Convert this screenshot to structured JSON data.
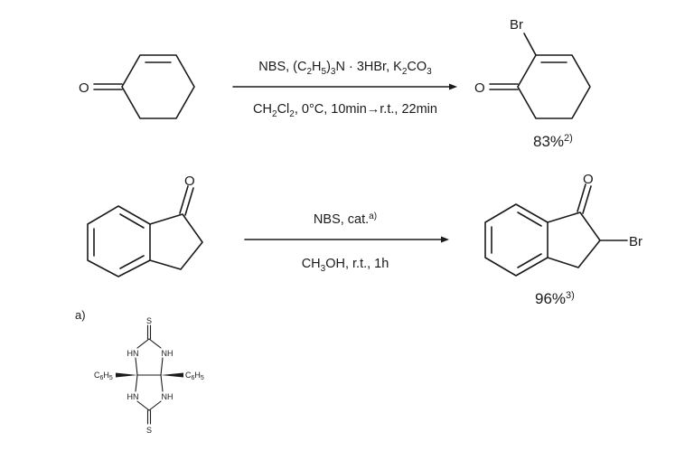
{
  "reaction1": {
    "reactant": {
      "name": "2-cyclohexen-1-one",
      "atoms": {
        "oxygen": "O"
      }
    },
    "conditions_above": {
      "prefix": "NBS, (C",
      "sub1": "2",
      "mid1": "H",
      "sub2": "5",
      "mid2": ")",
      "sub3": "3",
      "mid3": "N · 3HBr, K",
      "sub4": "2",
      "mid4": "CO",
      "sub5": "3"
    },
    "conditions_below": {
      "prefix": "CH",
      "sub1": "2",
      "mid1": "Cl",
      "sub2": "2",
      "rest": ", 0°C, 10min→r.t., 22min"
    },
    "product": {
      "name": "2-bromo-2-cyclohexen-1-one",
      "atoms": {
        "oxygen": "O",
        "bromine": "Br"
      }
    },
    "yield": {
      "value": "83%",
      "ref": "2)"
    }
  },
  "reaction2": {
    "reactant": {
      "name": "1-indanone",
      "atoms": {
        "oxygen": "O"
      }
    },
    "conditions_above": {
      "text": "NBS, cat.",
      "ref": "a)"
    },
    "conditions_below": {
      "prefix": "CH",
      "sub1": "3",
      "rest": "OH, r.t., 1h"
    },
    "product": {
      "name": "2-bromo-1-indanone",
      "atoms": {
        "oxygen": "O",
        "bromine": "Br"
      }
    },
    "yield": {
      "value": "96%",
      "ref": "3)"
    }
  },
  "footnote": {
    "label": "a)",
    "catalyst": {
      "atoms": {
        "sulfur": "S",
        "hn": "HN",
        "nh": "NH",
        "phenyl_c": "C",
        "phenyl_c_sub": "6",
        "phenyl_h": "H",
        "phenyl_h_sub": "5"
      }
    }
  },
  "colors": {
    "ink": "#1a1a1a",
    "background": "#ffffff"
  }
}
